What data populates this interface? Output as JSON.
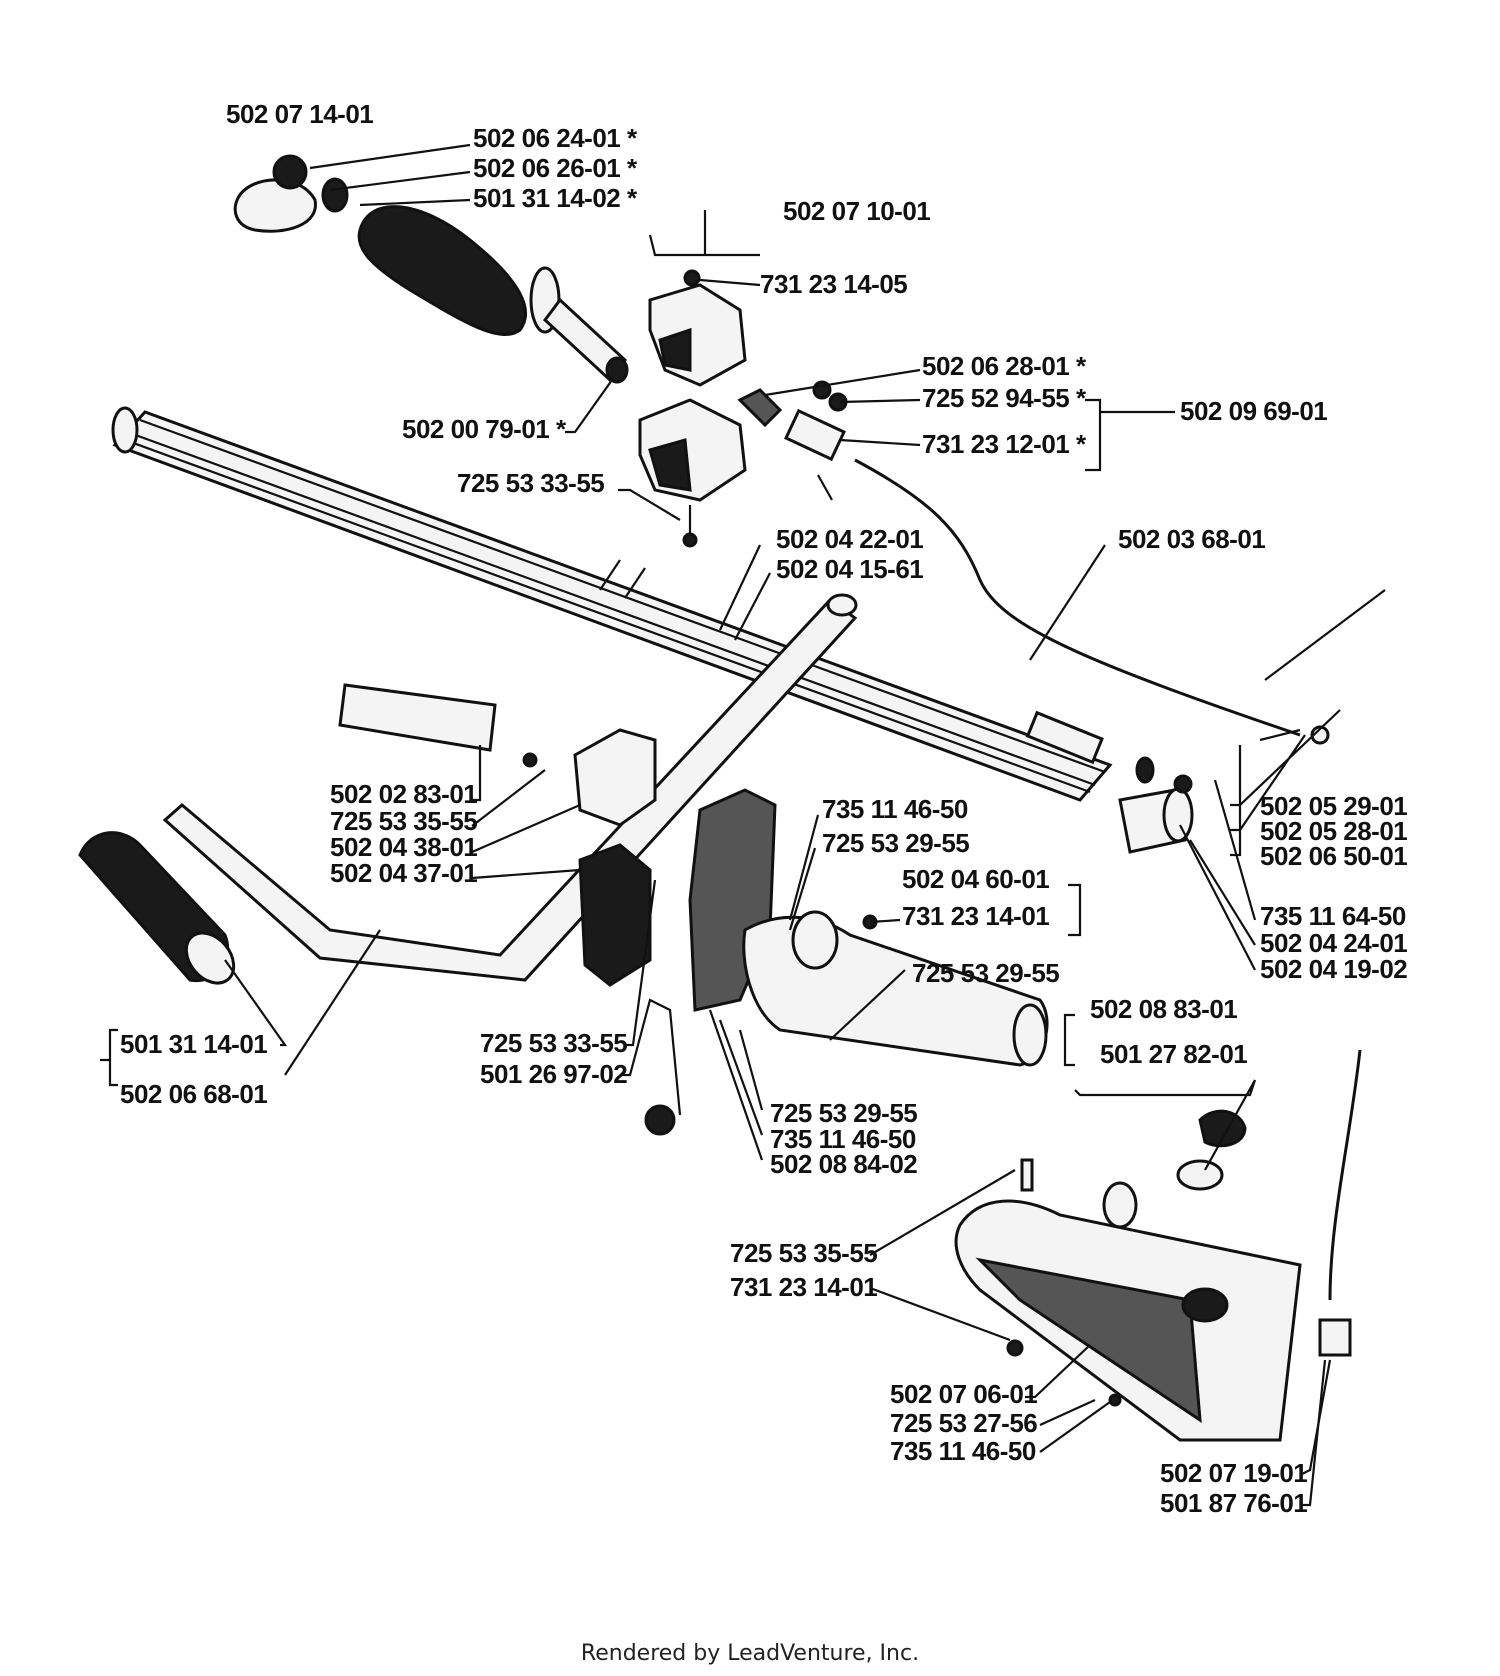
{
  "footer": "Rendered by LeadVenture, Inc.",
  "labels": [
    "502 07 14-01",
    "502 06 24-01  *",
    "502 06 26-01  *",
    "501 31 14-02  *",
    "502 07 10-01",
    "731 23 14-05",
    "502 00 79-01  *",
    "502 06 28-01  *",
    "725 52 94-55  *",
    "731 23 12-01  *",
    "502 09 69-01",
    "725 53 33-55",
    "502 04 22-01",
    "502 04 15-61",
    "502 03 68-01",
    "502 02 83-01",
    "725 53 35-55",
    "502 04 38-01",
    "502 04 37-01",
    "735 11 46-50",
    "725 53 29-55",
    "502 04 60-01",
    "731 23 14-01",
    "725 53 29-55",
    "502 05 29-01",
    "502 05 28-01",
    "502 06 50-01",
    "735 11 64-50",
    "502 04 24-01",
    "502 04 19-02",
    "502 08 83-01",
    "501 27 82-01",
    "501 31 14-01",
    "502 06 68-01",
    "725 53 33-55",
    "501 26 97-02",
    "725 53 29-55",
    "735 11 46-50",
    "502 08 84-02",
    "725 53 35-55",
    "731 23 14-01",
    "502 07 06-01",
    "725 53 27-56",
    "735 11 46-50",
    "502 07 19-01",
    "501 87 76-01"
  ]
}
